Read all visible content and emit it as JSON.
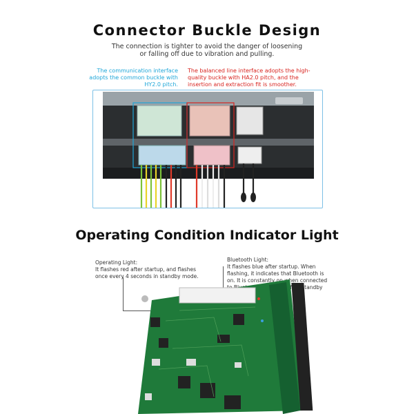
{
  "section1": {
    "title": "Connector Buckle Design",
    "subtitle": "The connection is tighter to avoid the danger of loosening or falling off due to vibration and pulling.",
    "communication_label": "The communication interface adopts the common buckle with HY2.0 pitch.",
    "balance_label": "The balanced line interface adopts the high-quality buckle with HA2.0 pitch, and the insertion and extraction fit is smoother."
  },
  "section2": {
    "title": "Operating Condition Indicator Light",
    "operating_title": "Operating Light:",
    "operating_text": "It flashes red after startup, and flashes once every 4 seconds in standby mode.",
    "bluetooth_title": "Bluetooth Light:",
    "bluetooth_text": "It flashes blue after startup. When flashing, it indicates that Bluetooth is on. It is constantly on when connected to Bluetooth and turns off in standby mode."
  },
  "colors": {
    "comm_accent": "#1ea6d8",
    "balance_accent": "#d8231e",
    "pcb_green": "#1f7a3a",
    "panel_border": "#7cc0e6"
  }
}
